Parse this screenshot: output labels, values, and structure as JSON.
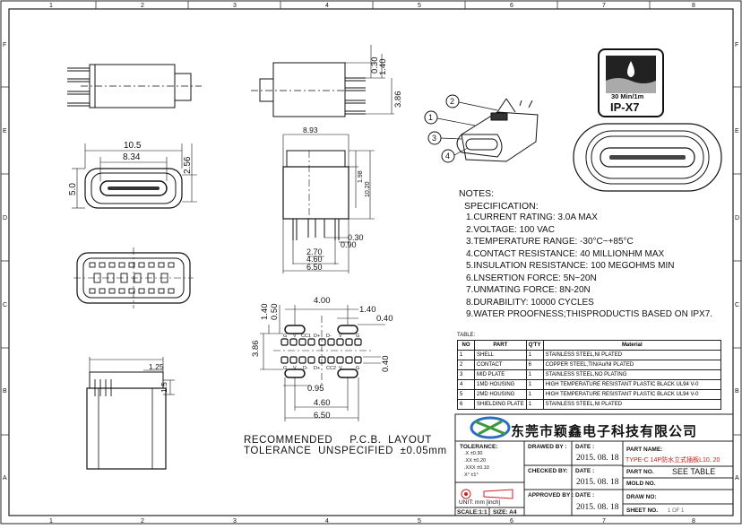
{
  "border": {
    "top_zones": [
      "1",
      "2",
      "3",
      "4",
      "5",
      "6",
      "7",
      "8"
    ],
    "left_zones": [
      "F",
      "E",
      "D",
      "C",
      "B",
      "A"
    ]
  },
  "dimensions": {
    "top_view": [
      "0.30",
      "1.40",
      "3.86"
    ],
    "front_view": [
      "10.5",
      "8.34",
      "2.56",
      "5.0"
    ],
    "side_view": [
      "8.93",
      "1.98",
      "10.20",
      "0.30",
      "0.90",
      "2.70",
      "4.60",
      "6.50"
    ],
    "pcb_layout": [
      "4.00",
      "1.40",
      "0.50",
      "1.40",
      "0.40",
      "3.86",
      "0.40",
      "0.95",
      "4.60",
      "6.50"
    ],
    "small_view": [
      "1.25",
      "1.5"
    ]
  },
  "pin_labels": {
    "top_row": [
      "G",
      "V",
      "CC1",
      "D+",
      "D-",
      "V",
      "G"
    ],
    "bottom_row": [
      "G",
      "V",
      "D-",
      "D+",
      "CC2",
      "V",
      "G"
    ]
  },
  "callouts": [
    "1",
    "2",
    "3",
    "4"
  ],
  "ip_badge": {
    "depth": "30 Min/1m",
    "rating": "IP-X7"
  },
  "notes": {
    "title": "NOTES:",
    "spec_title": "SPECIFICATION:",
    "items": [
      "1.CURRENT RATING: 3.0A MAX",
      "2.VOLTAGE: 100 VAC",
      "3.TEMPERATURE RANGE: -30°C~+85°C",
      "4.CONTACT RESISTANCE: 40 MILLIONHM MAX",
      "5.INSULATION RESISTANCE: 100 MEGOHMS MIN",
      "6.LNSERTION FORCE: 5N~20N",
      "7.UNMATING FORCE: 8N-20N",
      "8.DURABILITY: 10000 CYCLES",
      "9.WATER PROOFNESS;THISPRODUCTIS BASED ON IPX7."
    ]
  },
  "pcb_label": {
    "line1": "RECOMMENDED     P.C.B.  LAYOUT",
    "line2": "TOLERANCE  UNSPECIFIED  ±0.05mm"
  },
  "bom": {
    "caption": "TABLE:",
    "headers": [
      "NO",
      "PART",
      "Q'TY",
      "Material"
    ],
    "rows": [
      [
        "1",
        "SHELL",
        "1",
        "STAINLESS STEEL,NI PLATED"
      ],
      [
        "2",
        "CONTACT",
        "6",
        "COPPER STEEL,TIN/Au/NI PLATED"
      ],
      [
        "3",
        "MID PLATE",
        "1",
        "STAINLESS STEEL,NO PLATING"
      ],
      [
        "4",
        "1MD HOUSING",
        "1",
        "HIGH TEMPERATURE RESISTANT PLASTIC BLACK UL94 V-0"
      ],
      [
        "5",
        "2MD HOUSING",
        "1",
        "HIGH TEMPERATURE RESISTANT PLASTIC BLACK UL94 V-0"
      ],
      [
        "6",
        "SHIELDING PLATE",
        "1",
        "STAINLESS STEEL,NI PLATED"
      ]
    ]
  },
  "title_block": {
    "company": "东莞市颖鑫电子科技有限公司",
    "tolerance": "TOLERANCE:",
    "tol_lines": [
      ".X  ±0.30",
      ".XX  ±0.20",
      ".XXX  ±0.10",
      "X°  ±1°"
    ],
    "unit_label": "UNIT:  mm  [inch]",
    "scale": "SCALE:1:1",
    "size": "SIZE: A4",
    "drawn_by": "DRAWED  BY :",
    "checked_by": "CHECKED  BY:",
    "approved_by": "APPROVED  BY :",
    "date_label": "DATE :",
    "date_value": "2015. 08. 18",
    "part_name_label": "PART  NAME:",
    "part_name_value": "TYPE-C 14P防水立式插板L10. 20",
    "part_no_label": "PART  NO.",
    "part_no_value": "SEE  TABLE",
    "mold_no_label": "MOLD  NO.",
    "draw_no_label": "DRAW  NO:",
    "sheet_no_label": "SHEET  NO.",
    "sheet_no_value": "1 OF 1"
  }
}
